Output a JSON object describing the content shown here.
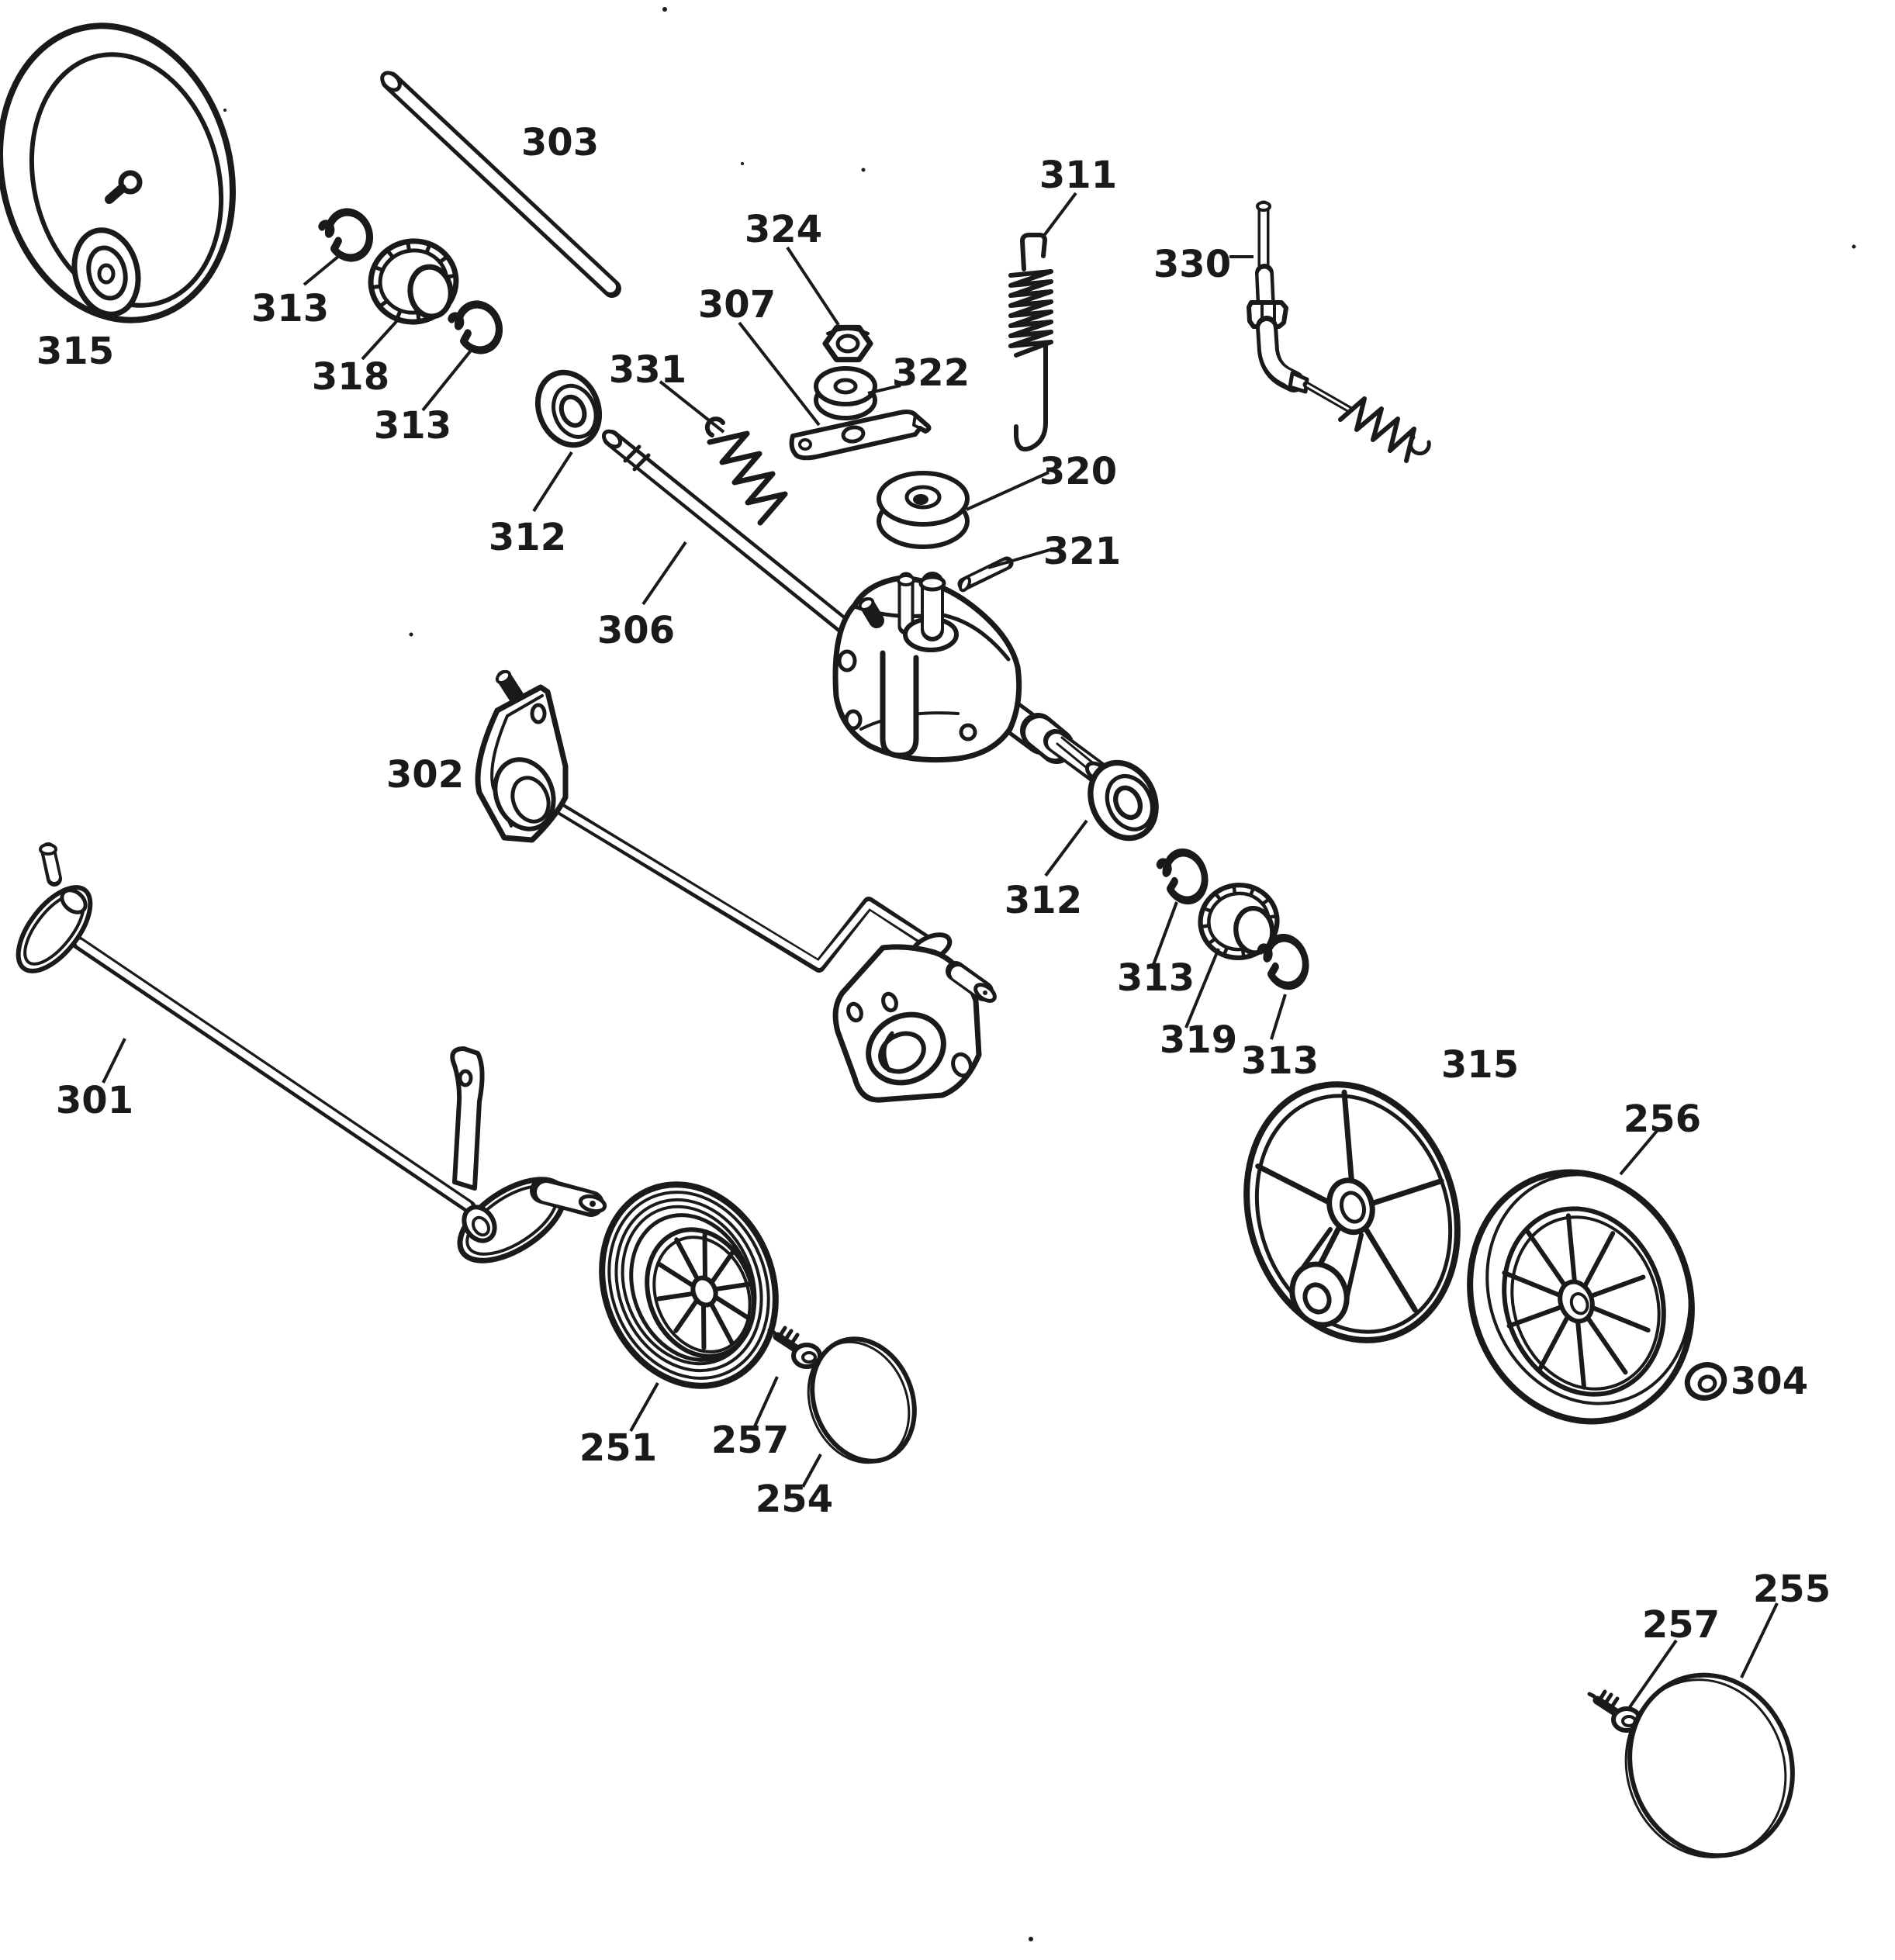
{
  "page": {
    "background": "#ffffff",
    "ink": "#1a1a1a"
  },
  "diagram": {
    "type": "exploded-parts-diagram",
    "callouts": [
      {
        "id": "315-top-left",
        "text": "315"
      },
      {
        "id": "313-upper-a",
        "text": "313"
      },
      {
        "id": "318",
        "text": "318"
      },
      {
        "id": "313-upper-b",
        "text": "313"
      },
      {
        "id": "303",
        "text": "303"
      },
      {
        "id": "312-left",
        "text": "312"
      },
      {
        "id": "331",
        "text": "331"
      },
      {
        "id": "306",
        "text": "306"
      },
      {
        "id": "307",
        "text": "307"
      },
      {
        "id": "324",
        "text": "324"
      },
      {
        "id": "322",
        "text": "322"
      },
      {
        "id": "311",
        "text": "311"
      },
      {
        "id": "330",
        "text": "330"
      },
      {
        "id": "320",
        "text": "320"
      },
      {
        "id": "321",
        "text": "321"
      },
      {
        "id": "302",
        "text": "302"
      },
      {
        "id": "301",
        "text": "301"
      },
      {
        "id": "312-right",
        "text": "312"
      },
      {
        "id": "313-lower-a",
        "text": "313"
      },
      {
        "id": "319",
        "text": "319"
      },
      {
        "id": "313-lower-b",
        "text": "313"
      },
      {
        "id": "315-right",
        "text": "315"
      },
      {
        "id": "256",
        "text": "256"
      },
      {
        "id": "304",
        "text": "304"
      },
      {
        "id": "255",
        "text": "255"
      },
      {
        "id": "257-right",
        "text": "257"
      },
      {
        "id": "251",
        "text": "251"
      },
      {
        "id": "257-center",
        "text": "257"
      },
      {
        "id": "254",
        "text": "254"
      }
    ]
  }
}
